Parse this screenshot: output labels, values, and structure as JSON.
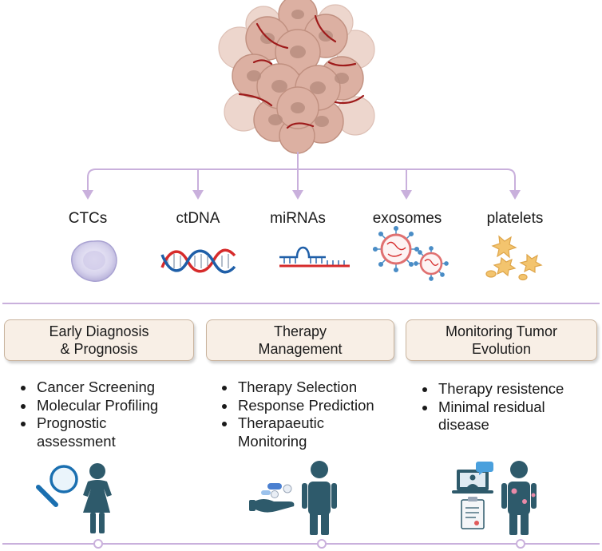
{
  "biomarkers": [
    "CTCs",
    "ctDNA",
    "miRNAs",
    "exosomes",
    "platelets"
  ],
  "applications": [
    {
      "title_lines": [
        "Early Diagnosis",
        "& Prognosis"
      ],
      "items": [
        "Cancer Screening",
        "Molecular Profiling",
        "Prognostic\nassessment"
      ]
    },
    {
      "title_lines": [
        "Therapy",
        "Management"
      ],
      "items": [
        "Therapy Selection",
        "Response Prediction",
        "Therapaeutic\nMonitoring"
      ]
    },
    {
      "title_lines": [
        "Monitoring Tumor",
        "Evolution"
      ],
      "items": [
        "Therapy resistence",
        "Minimal residual\ndisease"
      ]
    }
  ],
  "icons": [
    "tumor-icon",
    "cell-icon",
    "dna-icon",
    "mirna-icon",
    "exosome-icon",
    "platelet-icon",
    "magnifier-icon",
    "woman-icon",
    "pills-hand-icon",
    "man-icon",
    "laptop-icon",
    "clipboard-icon",
    "patient-icon"
  ],
  "colors": {
    "connector": "#c9b0dc",
    "box_fill": "#f8efe6",
    "box_border": "#c9b49e",
    "person": "#2e5a6b",
    "dna_red": "#d62b2b",
    "dna_blue": "#1f5fa8"
  }
}
